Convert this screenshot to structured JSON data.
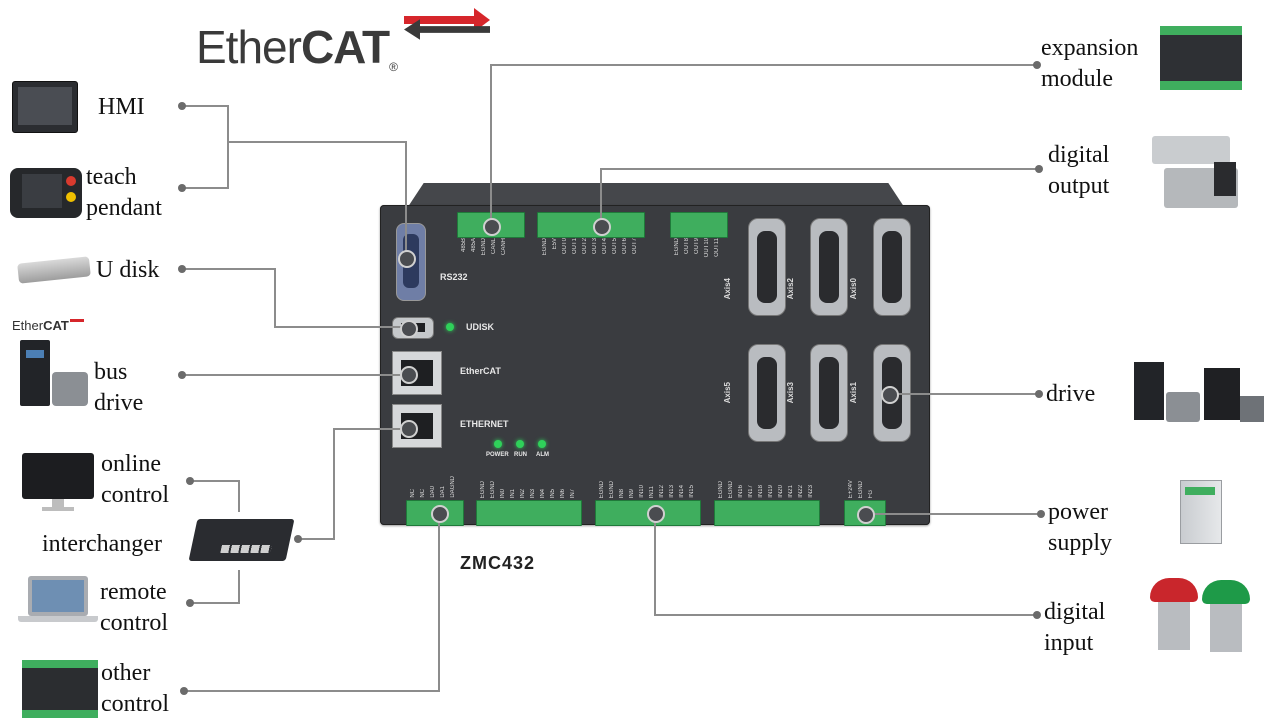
{
  "logo": {
    "text_light": "Ether",
    "text_bold": "CAT",
    "registered": "®",
    "accent": "#d6262b",
    "color": "#3a3a3a"
  },
  "labels": {
    "hmi": "HMI",
    "teach_pendant": [
      "teach",
      "pendant"
    ],
    "u_disk": "U disk",
    "bus_drive": [
      "bus",
      "drive"
    ],
    "online_control": [
      "online",
      "control"
    ],
    "interchanger": "interchanger",
    "remote_control": [
      "remote",
      "control"
    ],
    "other_control": [
      "other",
      "control"
    ],
    "expansion_module": [
      "expansion",
      "module"
    ],
    "digital_output": [
      "digital",
      "output"
    ],
    "drive": "drive",
    "power_supply": [
      "power",
      "supply"
    ],
    "digital_input": [
      "digital",
      "input"
    ]
  },
  "small_logo": {
    "text_light": "Ether",
    "text_bold": "CAT"
  },
  "controller": {
    "model": "ZMC432",
    "rs232": "RS232",
    "udisk": "UDISK",
    "ethercat": "EtherCAT",
    "ethernet": "ETHERNET",
    "leds": [
      "POWER",
      "RUN",
      "ALM"
    ],
    "axes_top": [
      "Axis4",
      "Axis2",
      "Axis0"
    ],
    "axes_bottom": [
      "Axis5",
      "Axis3",
      "Axis1"
    ],
    "pins_can": [
      "485B",
      "485A",
      "EGND",
      "CANL",
      "CANH"
    ],
    "pins_out1": [
      "EGND",
      "E5V",
      "OUT0",
      "OUT1",
      "OUT2",
      "OUT3",
      "OUT4",
      "OUT5",
      "OUT6",
      "OUT7"
    ],
    "pins_out2": [
      "EGND",
      "OUT8",
      "OUT9",
      "OUT10",
      "OUT11"
    ],
    "pins_da": [
      "NC",
      "NC",
      "DA0",
      "DA1",
      "DAGND"
    ],
    "pins_in1": [
      "EGND",
      "EGND",
      "IN0",
      "IN1",
      "IN2",
      "IN3",
      "IN4",
      "IN5",
      "IN6",
      "IN7"
    ],
    "pins_in2": [
      "EGND",
      "EGND",
      "IN8",
      "IN9",
      "IN10",
      "IN11",
      "IN12",
      "IN13",
      "IN14",
      "IN15"
    ],
    "pins_in3": [
      "EGND",
      "EGND",
      "IN16",
      "IN17",
      "IN18",
      "IN19",
      "IN20",
      "IN21",
      "IN22",
      "IN23"
    ],
    "pins_pwr": [
      "E+24V",
      "EGND",
      "FG"
    ]
  },
  "colors": {
    "wire": "#8c8c8c",
    "board": "#3a3c40",
    "terminal": "#3fae5e",
    "led": "#2fd15a"
  }
}
